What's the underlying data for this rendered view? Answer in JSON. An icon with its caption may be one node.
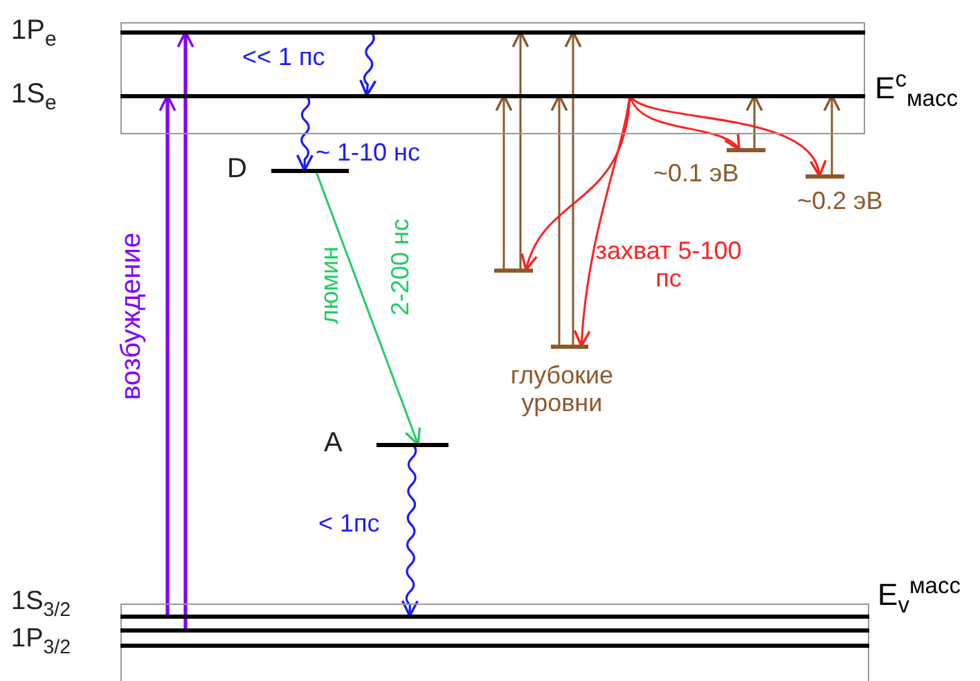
{
  "diagram": {
    "nodes": [
      {
        "text": [
          "E$^{c}$$_{масс}$"
        ]
      },
      {
        "text": [
          "1P$_{e}$"
        ],
        "in": 0
      },
      {
        "text": [
          "1S$_{e}$"
        ],
        "in": 0
      },
      {
        "text": [
          "D"
        ]
      },
      {
        "text": [
          "A"
        ]
      },
      {
        "text": [
          "E$_{v}$$^{масс}$"
        ]
      },
      {
        "text": [
          "1S$_{3/2}$"
        ],
        "in": 5
      },
      {
        "text": [
          "1P$_{3/2}$"
        ],
        "in": 5
      },
      {
        "text": [],
        "shape": "bar",
        "in": 5
      },
      {
        "text": [],
        "shape": "bar"
      },
      {
        "text": [],
        "shape": "bar"
      },
      {
        "text": [],
        "shape": "bar",
        "beside": [
          "~0.1 эВ"
        ]
      },
      {
        "text": [],
        "shape": "bar",
        "beside": [
          "~0.2 эВ"
        ]
      }
    ],
    "edges": [
      {
        "from": 6,
        "to": 2,
        "arrow": "to",
        "color": "#8000ff",
        "label": "возбуждение"
      },
      {
        "from": 7,
        "to": 1,
        "arrow": "to",
        "color": "#8000ff"
      },
      {
        "from": 1,
        "to": 2,
        "arrow": "to",
        "color": "#1a1aff",
        "label": "<< 1 пс"
      },
      {
        "from": 2,
        "to": 3,
        "arrow": "to",
        "color": "#1a1aff",
        "label": "~ 1-10 нс"
      },
      {
        "from": 3,
        "to": 4,
        "arrow": "to",
        "color": "#22cc66",
        "label": "люмин"
      },
      {
        "from": 4,
        "to": 6,
        "arrow": "to",
        "color": "#1a1aff",
        "label": "< 1пс"
      },
      {
        "from": 9,
        "to": 2,
        "arrow": "to"
      },
      {
        "from": 9,
        "to": 1,
        "arrow": "to"
      },
      {
        "from": 10,
        "to": 2,
        "arrow": "to"
      },
      {
        "from": 10,
        "to": 1,
        "arrow": "to"
      },
      {
        "from": 11,
        "to": 2,
        "arrow": "to"
      },
      {
        "from": 12,
        "to": 2,
        "arrow": "to"
      },
      {
        "from": 2,
        "to": 9,
        "arrow": "to",
        "color": "#ff2020"
      },
      {
        "from": 2,
        "to": 10,
        "arrow": "to",
        "color": "#ff2020",
        "label": "захват 5-100 пс"
      },
      {
        "from": 2,
        "to": 11,
        "arrow": "to",
        "color": "#ff2020"
      },
      {
        "from": 2,
        "to": 12,
        "arrow": "to",
        "color": "#ff2020"
      }
    ],
    "labels": [
      "2-200 нс",
      "глубокие уровни"
    ]
  }
}
